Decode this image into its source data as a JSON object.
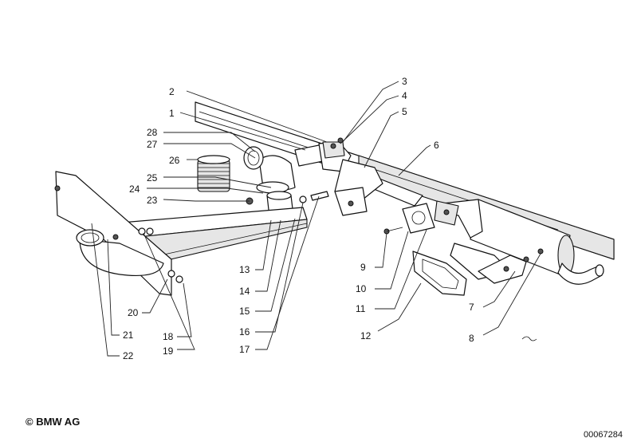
{
  "copyright": "© BMW AG",
  "document_number": "00067284",
  "callouts": [
    "1",
    "2",
    "3",
    "4",
    "5",
    "6",
    "7",
    "8",
    "9",
    "10",
    "11",
    "12",
    "13",
    "14",
    "15",
    "16",
    "17",
    "18",
    "19",
    "20",
    "21",
    "22",
    "23",
    "24",
    "25",
    "26",
    "27",
    "28"
  ]
}
